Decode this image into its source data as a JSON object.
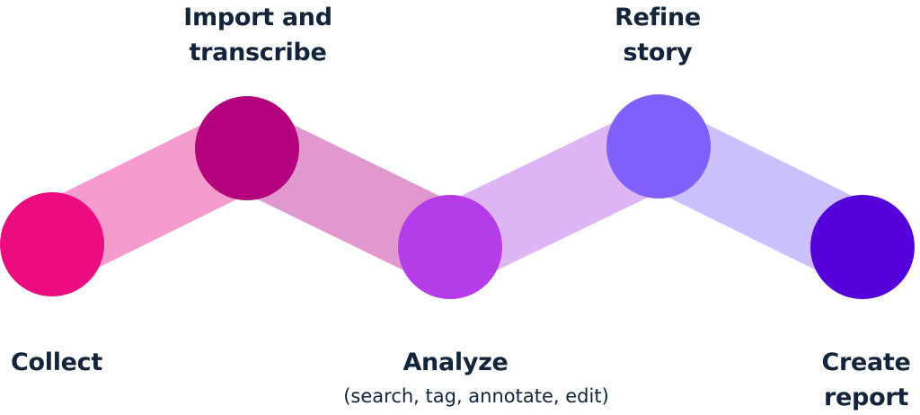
{
  "steps": [
    {
      "line1": "Collect",
      "line2": "",
      "color": "#ec0c82"
    },
    {
      "line1": "Import and",
      "line2": "transcribe",
      "color": "#b3007c"
    },
    {
      "line1": "Analyze",
      "line2": "",
      "sub": "(search, tag, annotate, edit)",
      "color": "#b43de9"
    },
    {
      "line1": "Refine",
      "line2": "story",
      "color": "#8060fa"
    },
    {
      "line1": "Create",
      "line2": "report",
      "color": "#5500d9"
    }
  ],
  "connectors": [
    {
      "color": "#f69bcd"
    },
    {
      "color": "#e098ce"
    },
    {
      "color": "#dfb4f4"
    },
    {
      "color": "#ccc0fc"
    }
  ]
}
